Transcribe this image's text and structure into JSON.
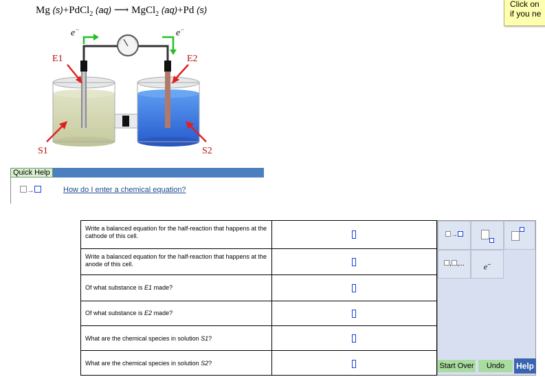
{
  "reaction": {
    "r1": "Mg",
    "r1_state": "(s)",
    "plus1": "+",
    "r2": "PdCl",
    "r2_sub": "2",
    "r2_state": "(aq)",
    "arrow": "⟶",
    "p1": "MgCl",
    "p1_sub": "2",
    "p1_state": "(aq)",
    "plus2": "+",
    "p2": "Pd",
    "p2_state": "(s)"
  },
  "sticky_note": {
    "line1": "Click on",
    "line2": "if you ne"
  },
  "diagram": {
    "electron_left": "e",
    "electron_right": "e",
    "electron_sup": "−",
    "label_e1": "E1",
    "label_e2": "E2",
    "label_s1": "S1",
    "label_s2": "S2",
    "colors": {
      "left_solution": "#d9dcb8",
      "right_solution": "#3f7fe0",
      "arrows": "#e02020",
      "electron_arrows": "#22c022"
    }
  },
  "quick_help": {
    "title": "Quick Help",
    "link": "How do I enter a chemical equation?"
  },
  "questions": [
    {
      "text": "Write a balanced equation for the half-reaction that happens at the cathode of this cell."
    },
    {
      "text": "Write a balanced equation for the half-reaction that happens at the anode of this cell."
    },
    {
      "text_pre": "Of what substance is ",
      "var": "E1",
      "text_post": " made?"
    },
    {
      "text_pre": "Of what substance is ",
      "var": "E2",
      "text_post": " made?"
    },
    {
      "text_pre": "What are the chemical species in solution ",
      "var": "S1",
      "text_post": "?"
    },
    {
      "text_pre": "What are the chemical species in solution ",
      "var": "S2",
      "text_post": "?"
    }
  ],
  "palette": {
    "arrow_glyph": "→",
    "list_glyph": ",",
    "ellipsis": "...",
    "electron": "e",
    "electron_sup": "−"
  },
  "buttons": {
    "start_over": "Start Over",
    "undo": "Undo",
    "help": "Help"
  }
}
